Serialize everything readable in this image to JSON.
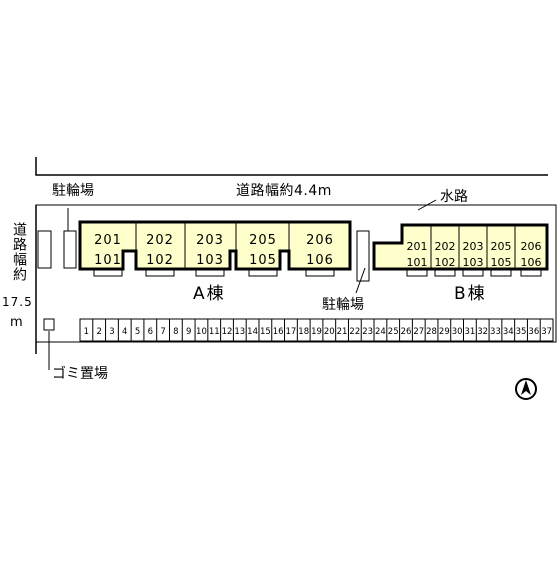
{
  "labels": {
    "road_top": "道路幅約4.4m",
    "water": "水路",
    "bike_top": "駐輪場",
    "bike_mid": "駐輪場",
    "trash": "ゴミ置場",
    "building_a": "A棟",
    "building_b": "B棟",
    "road_left": "道路幅約",
    "road_left_width": "17.5",
    "road_left_unit": "m"
  },
  "building_a_units": [
    {
      "upper": "201",
      "lower": "101"
    },
    {
      "upper": "202",
      "lower": "102"
    },
    {
      "upper": "203",
      "lower": "103"
    },
    {
      "upper": "205",
      "lower": "105"
    },
    {
      "upper": "206",
      "lower": "106"
    }
  ],
  "building_b_units": [
    {
      "upper": "201",
      "lower": "101"
    },
    {
      "upper": "202",
      "lower": "102"
    },
    {
      "upper": "203",
      "lower": "103"
    },
    {
      "upper": "205",
      "lower": "105"
    },
    {
      "upper": "206",
      "lower": "106"
    }
  ],
  "parking_spaces": [
    "1",
    "2",
    "3",
    "4",
    "5",
    "6",
    "7",
    "8",
    "9",
    "10",
    "11",
    "12",
    "13",
    "14",
    "15",
    "16",
    "17",
    "18",
    "19",
    "20",
    "21",
    "22",
    "23",
    "24",
    "25",
    "26",
    "27",
    "28",
    "29",
    "30",
    "31",
    "32",
    "33",
    "34",
    "35",
    "36",
    "37"
  ],
  "colors": {
    "building_fill": "#ffffcc",
    "line": "#000000"
  },
  "icons": {
    "north": "north-arrow-icon"
  }
}
